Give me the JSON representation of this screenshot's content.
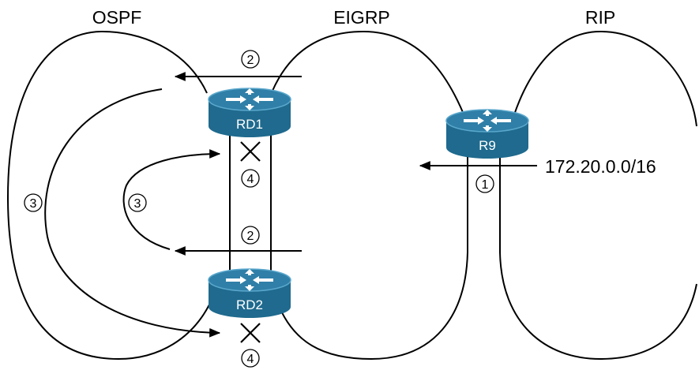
{
  "domains": {
    "ospf": "OSPF",
    "eigrp": "EIGRP",
    "rip": "RIP"
  },
  "routers": {
    "rd1": "RD1",
    "rd2": "RD2",
    "r9": "R9"
  },
  "route": "172.20.0.0/16",
  "steps": {
    "step1": "1",
    "step2_top": "2",
    "step2_bottom": "2",
    "step3_outer": "3",
    "step3_inner": "3",
    "step4_top": "4",
    "step4_bottom": "4"
  },
  "colors": {
    "router_top": "#2f7fa8",
    "router_side": "#1f6a8e",
    "router_rim": "#5aa7cc",
    "router_icon": "#ffffff",
    "line": "#000000"
  },
  "icons": {
    "router": "router-icon",
    "blocked": "x-mark-icon",
    "arrow": "arrow-icon"
  }
}
